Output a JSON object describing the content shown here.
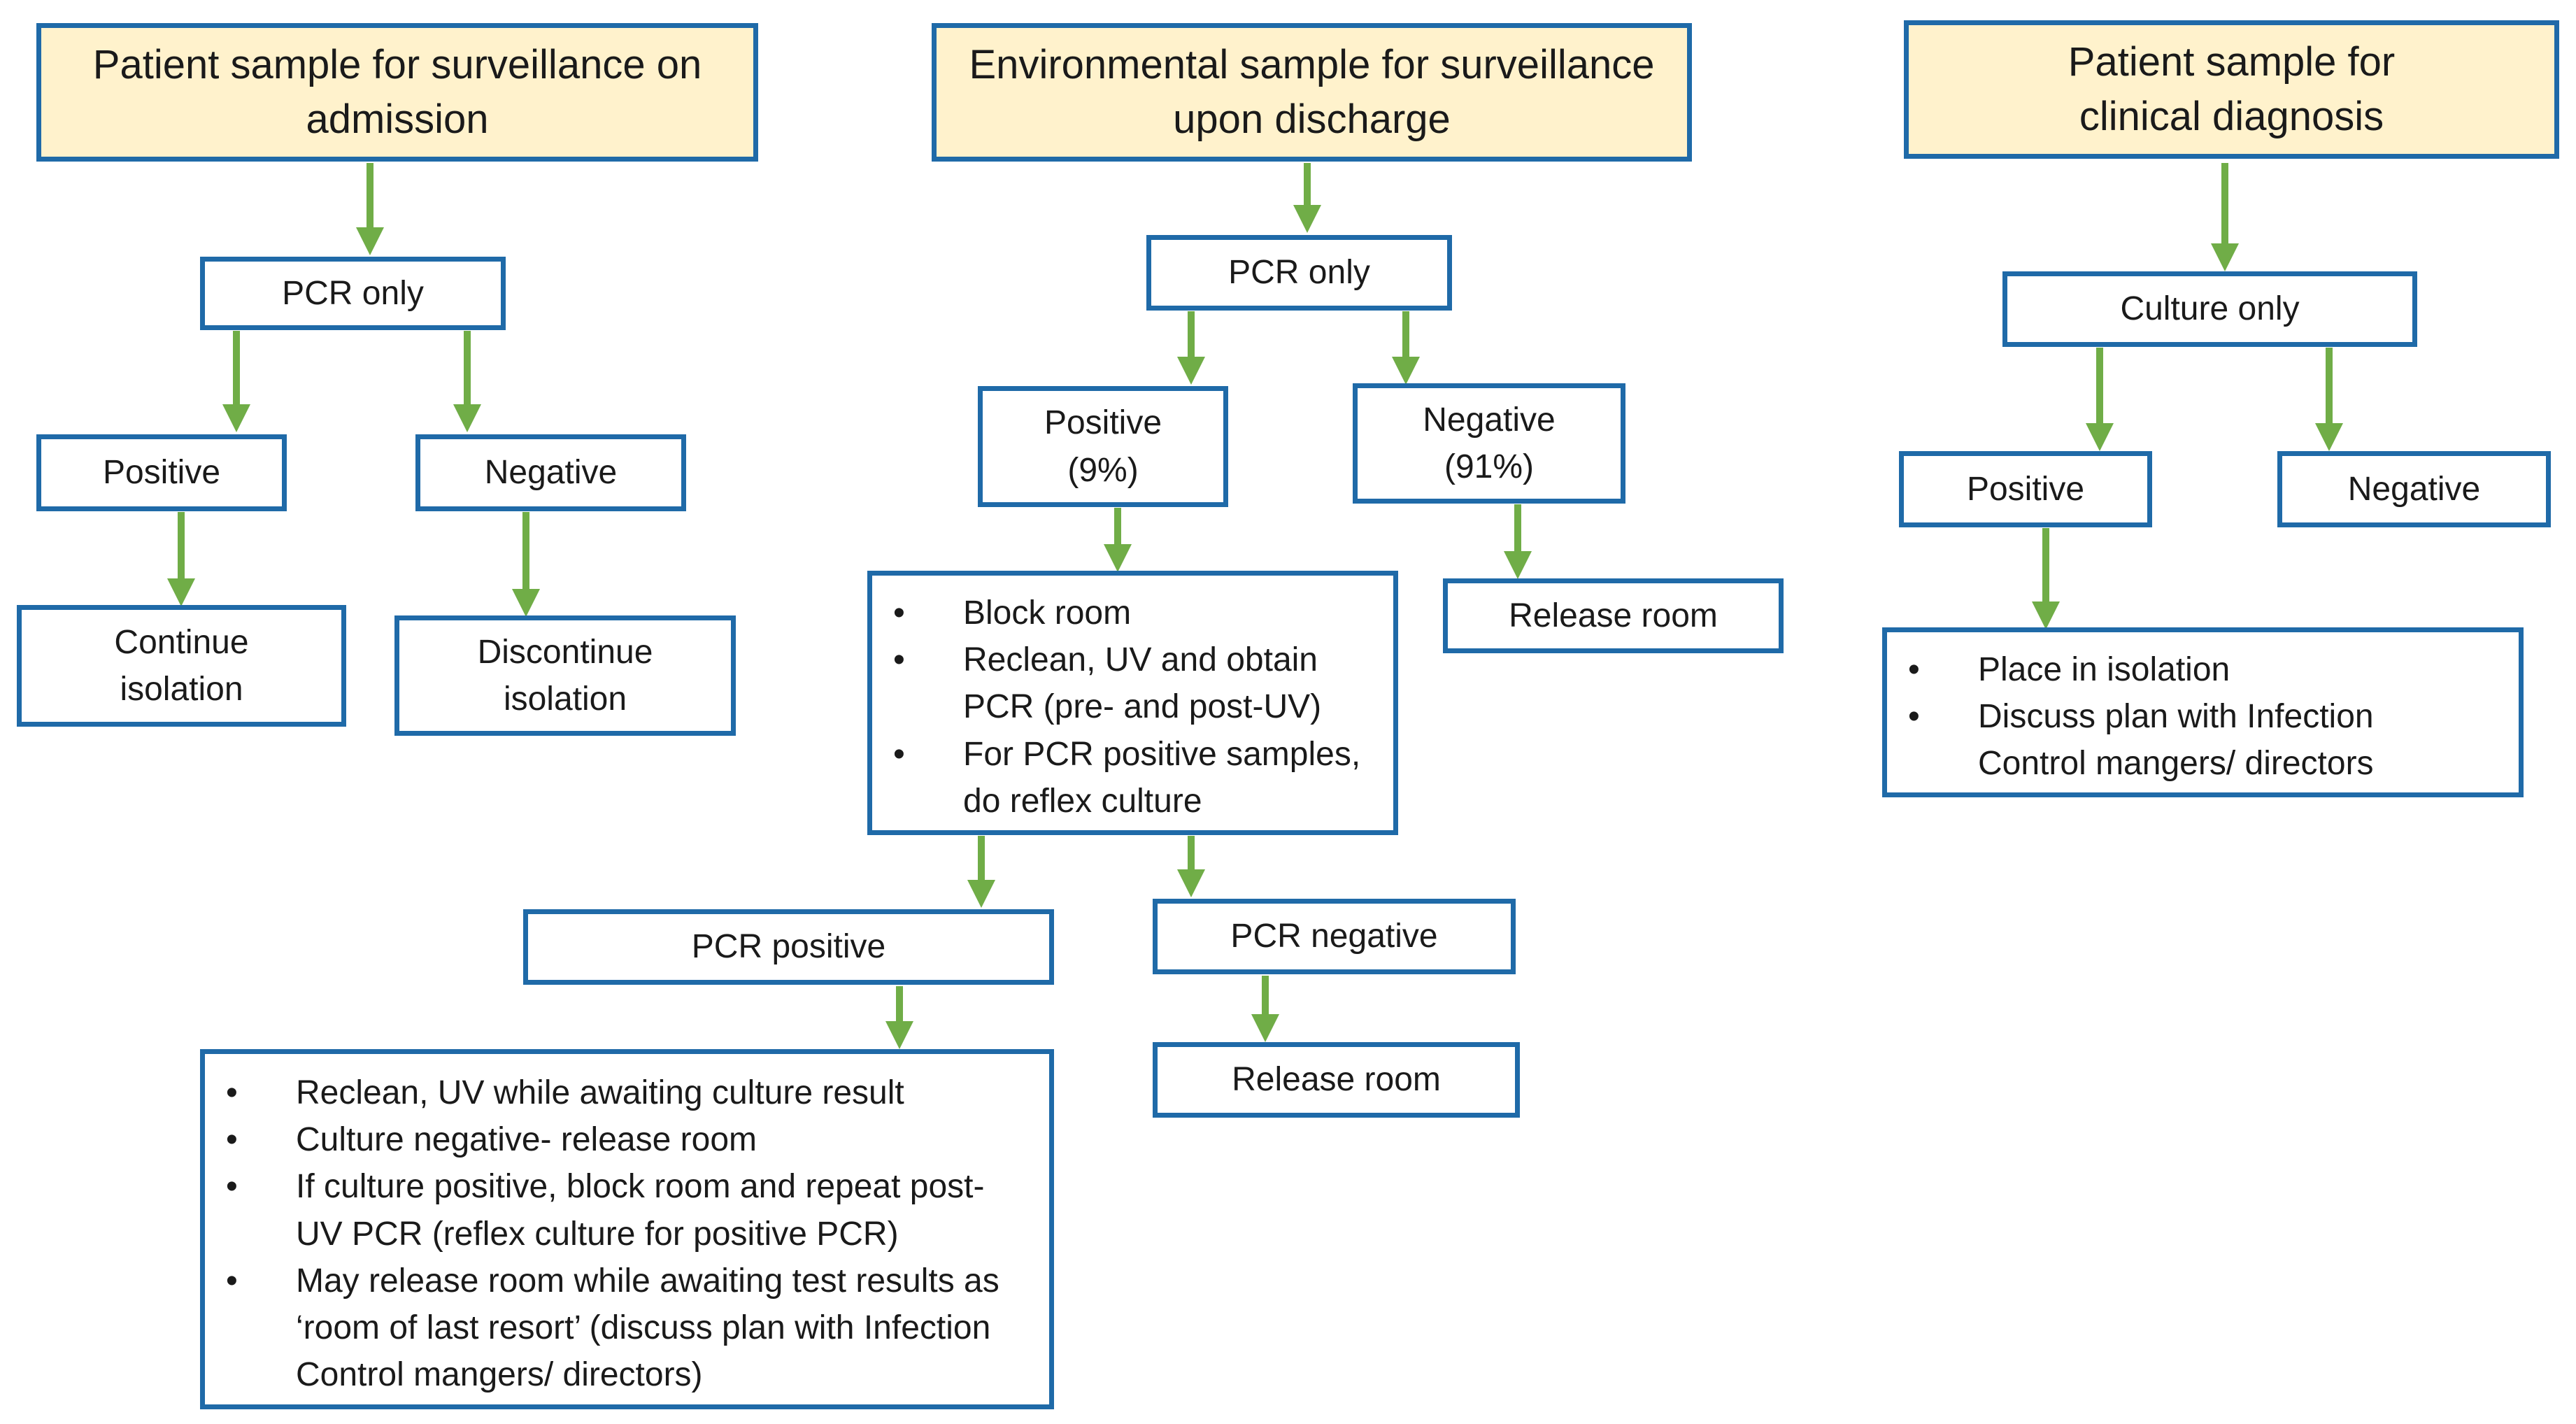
{
  "colors": {
    "header_fill": "#fff2cc",
    "box_border": "#1f6aa8",
    "arrow": "#70ad47"
  },
  "col1": {
    "header": "Patient sample for surveillance on admission",
    "test": "PCR only",
    "positive": "Positive",
    "negative": "Negative",
    "positive_action": "Continue isolation",
    "negative_action": "Discontinue isolation"
  },
  "col2": {
    "header": "Environmental sample for surveillance upon discharge",
    "test": "PCR only",
    "positive": "Positive (9%)",
    "negative": "Negative (91%)",
    "negative_action": "Release room",
    "positive_actions": [
      "Block room",
      "Reclean, UV and obtain PCR (pre- and post-UV)",
      "For PCR positive samples, do reflex culture"
    ],
    "pcr_positive": "PCR positive",
    "pcr_negative": "PCR negative",
    "pcr_negative_action": "Release room",
    "pcr_positive_actions": [
      "Reclean, UV while awaiting culture result",
      "Culture negative- release room",
      "If culture positive, block room and repeat post-UV PCR (reflex culture for positive PCR)",
      "May release room while awaiting test results as ‘room of last resort’ (discuss plan with Infection Control mangers/ directors)"
    ]
  },
  "col3": {
    "header": "Patient sample for clinical diagnosis",
    "test": "Culture only",
    "positive": "Positive",
    "negative": "Negative",
    "positive_actions": [
      "Place in isolation",
      "Discuss plan with Infection Control mangers/ directors"
    ]
  }
}
